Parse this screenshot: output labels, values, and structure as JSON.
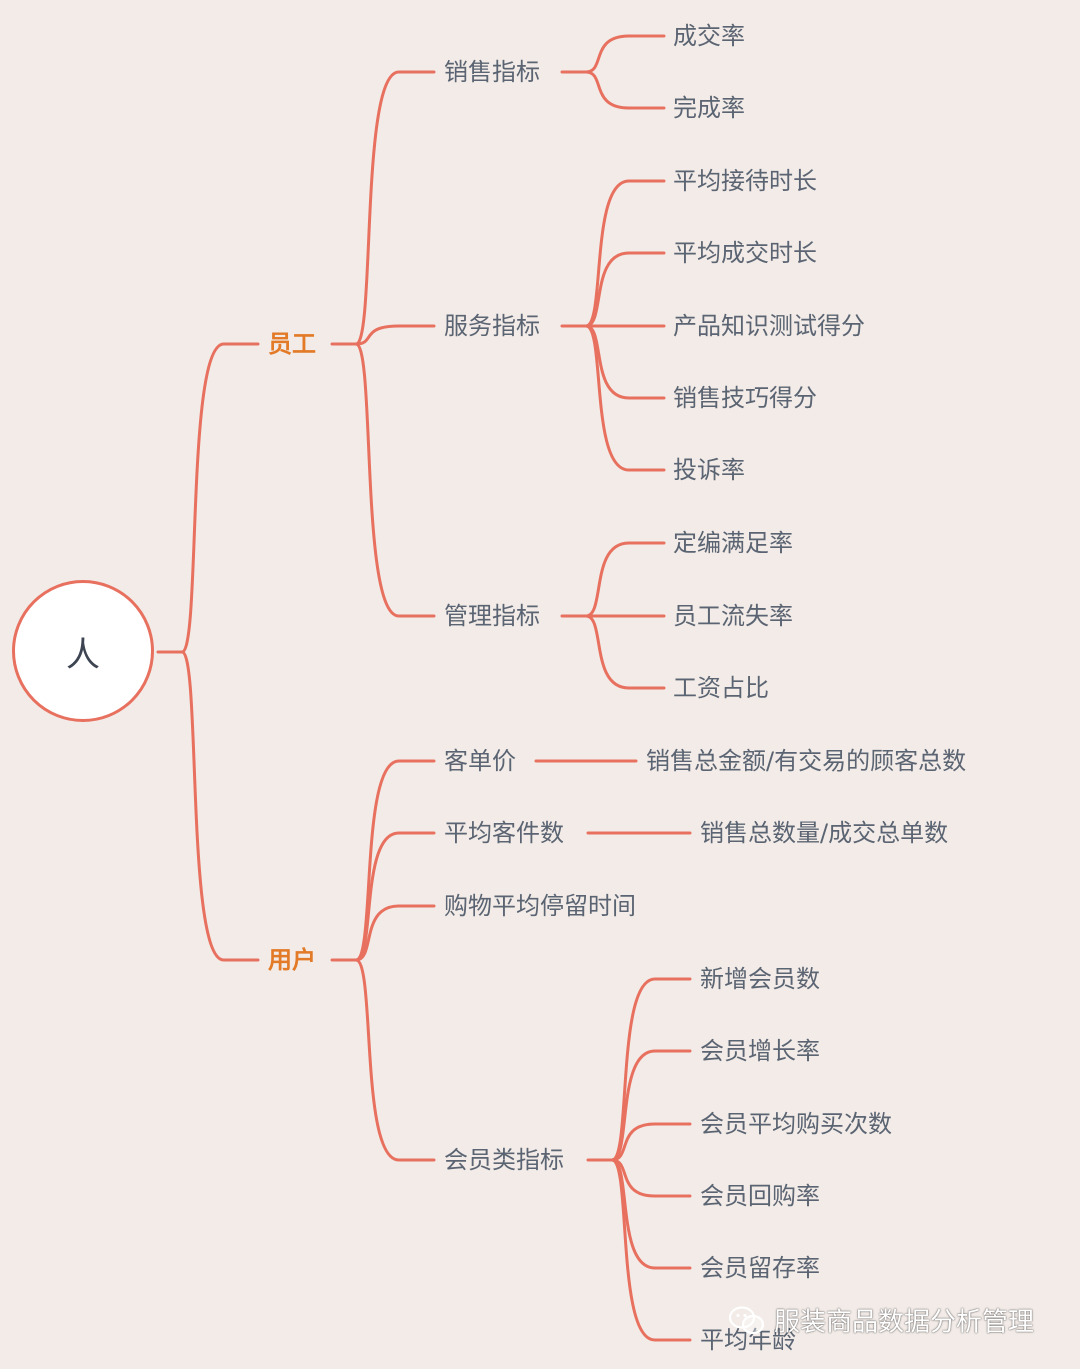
{
  "colors": {
    "edge": "#e8705f",
    "category": "#e27a27",
    "text": "#5b6472",
    "background": "#f2ebe7"
  },
  "root": {
    "label": "人"
  },
  "employee": {
    "label": "员工",
    "sales": {
      "label": "销售指标",
      "items": [
        "成交率",
        "完成率"
      ]
    },
    "service": {
      "label": "服务指标",
      "items": [
        "平均接待时长",
        "平均成交时长",
        "产品知识测试得分",
        "销售技巧得分",
        "投诉率"
      ]
    },
    "management": {
      "label": "管理指标",
      "items": [
        "定编满足率",
        "员工流失率",
        "工资占比"
      ]
    }
  },
  "user": {
    "label": "用户",
    "unit_price": {
      "label": "客单价",
      "formula": "销售总金额/有交易的顾客总数"
    },
    "avg_items": {
      "label": "平均客件数",
      "formula": "销售总数量/成交总单数"
    },
    "avg_stay": {
      "label": "购物平均停留时间"
    },
    "member": {
      "label": "会员类指标",
      "items": [
        "新增会员数",
        "会员增长率",
        "会员平均购买次数",
        "会员回购率",
        "会员留存率",
        "平均年龄"
      ]
    }
  },
  "watermark": {
    "text": "服装商品数据分析管理",
    "icon": "wechat-icon"
  }
}
